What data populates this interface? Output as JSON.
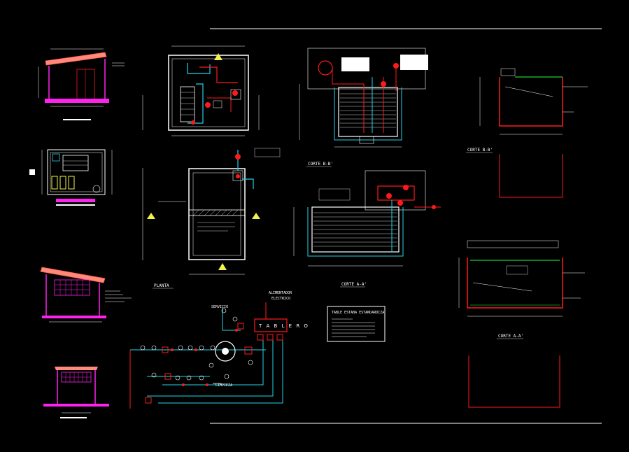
{
  "sheet": {
    "background": "#000000",
    "colors": {
      "white": "#ffffff",
      "red": "#ff1a1a",
      "cyan": "#22d3e6",
      "magenta": "#ff22ee",
      "yellow": "#f2f24a",
      "green": "#22ff44",
      "salmon": "#ff8a7a",
      "pink": "#ff9ad0"
    }
  },
  "labels": {
    "planta": "PLANTA",
    "corte_bb_mid": "CORTE B-B'",
    "corte_aa_mid": "CORTE A-A'",
    "corte_bb_right": "CORTE B-B'",
    "corte_aa_right": "CORTE A-A'",
    "alimentador_1": "ALIMENTADOR",
    "alimentador_2": "ELECTRICO",
    "servicio": "SERVICIO",
    "limpieza": "LIMPIEZA",
    "tablero": "T A B L E R O",
    "table_title": "TABLE ESTABA ESTANDARDIZA"
  }
}
